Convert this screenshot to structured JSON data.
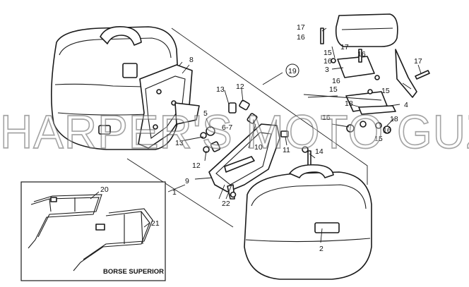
{
  "callouts": {
    "c1": "1",
    "c2": "2",
    "c3": "3",
    "c4": "4",
    "c5": "5",
    "c67": "6-7",
    "c8": "8",
    "c9": "9",
    "c10": "10",
    "c11": "11",
    "c12a": "12",
    "c12b": "12",
    "c13a": "13",
    "c13b": "13",
    "c14": "14",
    "c15a": "15",
    "c15b": "15",
    "c15c": "15",
    "c15d": "15",
    "c16a": "16",
    "c16b": "16",
    "c16c": "16",
    "c16d": "16",
    "c16e": "16",
    "c16f": "16",
    "c17a": "17",
    "c17b": "17",
    "c17c": "17",
    "c18a": "18",
    "c18b": "18",
    "c19": "19",
    "c20": "20",
    "c21": "21",
    "c22": "22"
  },
  "inset": {
    "caption": "BORSE SUPERIOR"
  },
  "watermark": {
    "text": "HARPER'S MOTO GUZZI©"
  },
  "colors": {
    "line": "#1a1a1a",
    "background": "#ffffff"
  }
}
